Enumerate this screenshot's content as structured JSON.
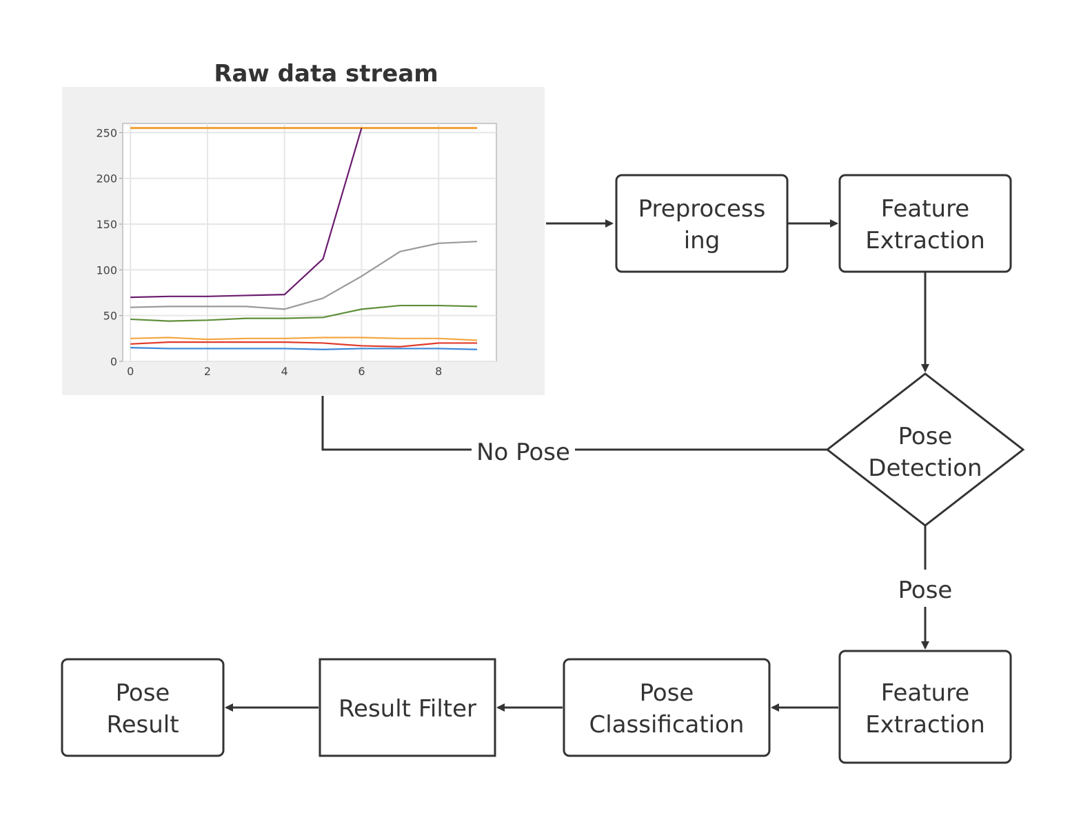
{
  "diagram": {
    "chart_title": "Raw data stream",
    "nodes": {
      "preprocessing": [
        "Preprocess",
        "ing"
      ],
      "feature_extraction_top": [
        "Feature",
        "Extraction"
      ],
      "pose_detection": [
        "Pose",
        "Detection"
      ],
      "feature_extraction_bottom": [
        "Feature",
        "Extraction"
      ],
      "pose_classification": [
        "Pose",
        "Classification"
      ],
      "result_filter": [
        "Result Filter"
      ],
      "pose_result": [
        "Pose",
        "Result"
      ]
    },
    "edge_labels": {
      "no_pose": "No Pose",
      "pose": "Pose"
    }
  },
  "chart_data": {
    "type": "line",
    "title": "",
    "xlabel": "",
    "ylabel": "",
    "xlim": [
      -0.2,
      9.5
    ],
    "ylim": [
      0,
      260
    ],
    "grid": true,
    "x_ticks": [
      0,
      2,
      4,
      6,
      8
    ],
    "y_ticks": [
      0,
      50,
      100,
      150,
      200,
      250
    ],
    "x": [
      0,
      1,
      2,
      3,
      4,
      5,
      6,
      7,
      8,
      9
    ],
    "series": [
      {
        "color": "#f0a030",
        "values": [
          255,
          255,
          255,
          255,
          255,
          255,
          255,
          255,
          255,
          255
        ]
      },
      {
        "color": "#6a1b6e",
        "values": [
          70,
          71,
          71,
          72,
          73,
          112,
          255,
          null,
          null,
          null
        ]
      },
      {
        "color": "#999999",
        "values": [
          59,
          60,
          60,
          60,
          57,
          69,
          93,
          120,
          129,
          131
        ]
      },
      {
        "color": "#5e8f3a",
        "values": [
          46,
          44,
          45,
          47,
          47,
          48,
          57,
          61,
          61,
          60
        ]
      },
      {
        "color": "#f4a640",
        "values": [
          25,
          26,
          24,
          25,
          25,
          26,
          26,
          25,
          25,
          23
        ]
      },
      {
        "color": "#e03a2a",
        "values": [
          19,
          21,
          21,
          21,
          21,
          20,
          17,
          16,
          20,
          20
        ]
      },
      {
        "color": "#3a86d8",
        "values": [
          15,
          14,
          14,
          14,
          14,
          13,
          14,
          14,
          14,
          13
        ]
      }
    ]
  }
}
